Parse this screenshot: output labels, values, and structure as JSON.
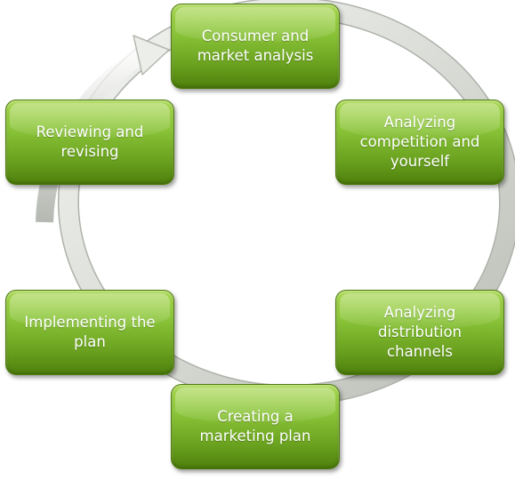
{
  "diagram": {
    "type": "cycle",
    "steps": [
      {
        "id": "consumer-market-analysis",
        "label": "Consumer and market analysis"
      },
      {
        "id": "analyzing-competition",
        "label": "Analyzing competition and yourself"
      },
      {
        "id": "analyzing-distribution",
        "label": "Analyzing distribution channels"
      },
      {
        "id": "creating-marketing-plan",
        "label": "Creating a marketing plan"
      },
      {
        "id": "implementing-plan",
        "label": "Implementing the plan"
      },
      {
        "id": "reviewing-revising",
        "label": "Reviewing and revising"
      }
    ],
    "colors": {
      "box_fill": "#7db52e",
      "box_border": "#4f7a0f",
      "ring": "#d6d9d4",
      "text": "#ffffff"
    }
  }
}
